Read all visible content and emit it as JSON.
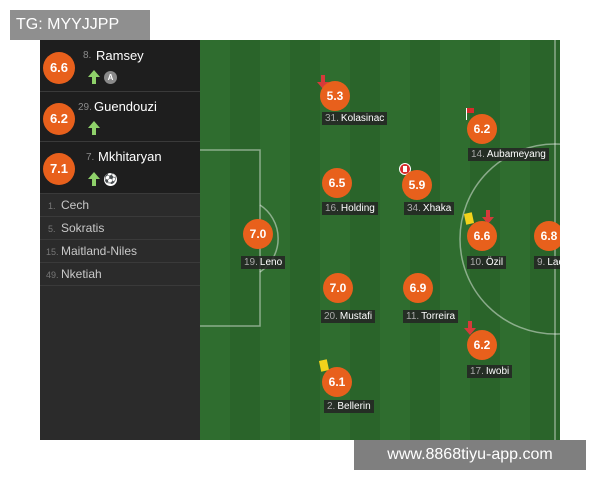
{
  "tag": "TG: MYYJJPP",
  "watermark": "www.8868tiyu-app.com",
  "subs": [
    {
      "rating": "6.6",
      "number": "8.",
      "name": "Ramsey"
    },
    {
      "rating": "6.2",
      "number": "29.",
      "name": "Guendouzi"
    },
    {
      "rating": "7.1",
      "number": "7.",
      "name": "Mkhitaryan"
    }
  ],
  "bench": [
    {
      "number": "1.",
      "name": "Cech"
    },
    {
      "number": "5.",
      "name": "Sokratis"
    },
    {
      "number": "15.",
      "name": "Maitland-Niles"
    },
    {
      "number": "49.",
      "name": "Nketiah"
    }
  ],
  "players": {
    "kolasinac": {
      "rating": "5.3",
      "number": "31.",
      "name": "Kolasinac"
    },
    "aubameyang": {
      "rating": "6.2",
      "number": "14.",
      "name": "Aubameyang"
    },
    "holding": {
      "rating": "6.5",
      "number": "16.",
      "name": "Holding"
    },
    "xhaka": {
      "rating": "5.9",
      "number": "34.",
      "name": "Xhaka"
    },
    "leno": {
      "rating": "7.0",
      "number": "19.",
      "name": "Leno"
    },
    "ozil": {
      "rating": "6.6",
      "number": "10.",
      "name": "Özil"
    },
    "lacazette": {
      "rating": "6.8",
      "number": "9.",
      "name": "Lacazette"
    },
    "mustafi": {
      "rating": "7.0",
      "number": "20.",
      "name": "Mustafi"
    },
    "torreira": {
      "rating": "6.9",
      "number": "11.",
      "name": "Torreira"
    },
    "iwobi": {
      "rating": "6.2",
      "number": "17.",
      "name": "Iwobi"
    },
    "bellerin": {
      "rating": "6.1",
      "number": "2.",
      "name": "Bellerin"
    }
  },
  "colors": {
    "rating_badge": "#e8601c",
    "pitch_light": "#2f6d2f",
    "pitch_dark": "#2a642a",
    "sidebar": "#2b2b2b"
  }
}
